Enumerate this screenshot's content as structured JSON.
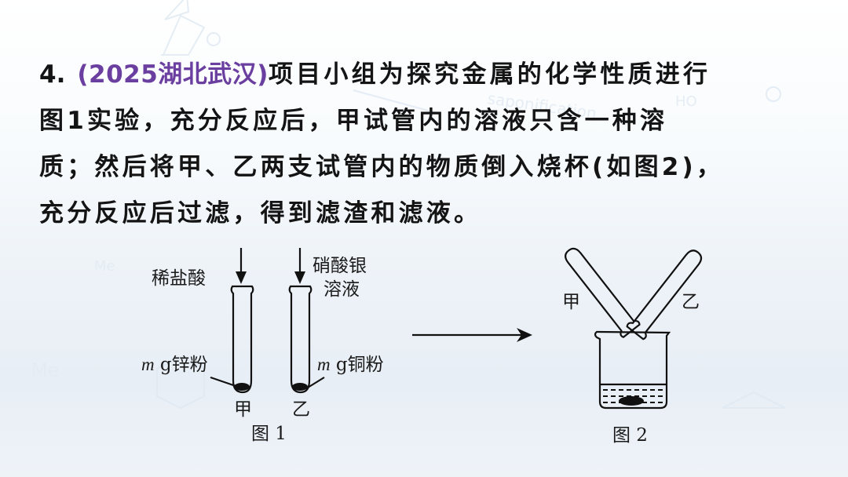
{
  "question": {
    "number": "4.",
    "source": "(2025湖北武汉)",
    "text_lines": [
      "项目小组为探究金属的化学性质进行",
      "图1实验，充分反应后，甲试管内的溶液只含一种溶",
      "质；然后将甲、乙两支试管内的物质倒入烧杯(如图2)，",
      "充分反应后过滤，得到滤渣和滤液。"
    ]
  },
  "figure1": {
    "caption": "图 1",
    "tube_a": {
      "reagent_label": "稀盐酸",
      "solid_mass_var": "m",
      "solid_label": " g锌粉",
      "tube_label": "甲"
    },
    "tube_b": {
      "reagent_label_line1": "硝酸银",
      "reagent_label_line2": "溶液",
      "solid_mass_var": "m",
      "solid_label": " g铜粉",
      "tube_label": "乙"
    }
  },
  "figure2": {
    "caption": "图 2",
    "tube_a_label": "甲",
    "tube_b_label": "乙"
  },
  "colors": {
    "text": "#141414",
    "source_highlight": "#6b3fa0",
    "diagram_stroke": "#111111"
  }
}
